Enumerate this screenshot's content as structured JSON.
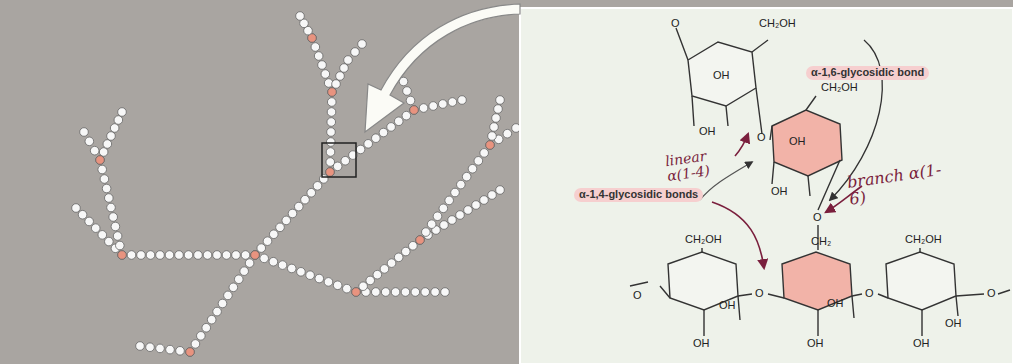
{
  "diagram": {
    "labels": [
      "α-1,6-glycosidic bond",
      "α-1,4-glycosidic bonds",
      "linear α(1-4)",
      "branch α(1-6)",
      "O",
      "CH₂OH",
      "OH",
      "OH",
      "O",
      "CH₂OH",
      "OH",
      "OH",
      "O",
      "CH₂",
      "O",
      "CH₂OH",
      "OH",
      "OH",
      "O",
      "OH",
      "OH",
      "O",
      "CH₂OH",
      "OH",
      "OH",
      "O"
    ]
  }
}
